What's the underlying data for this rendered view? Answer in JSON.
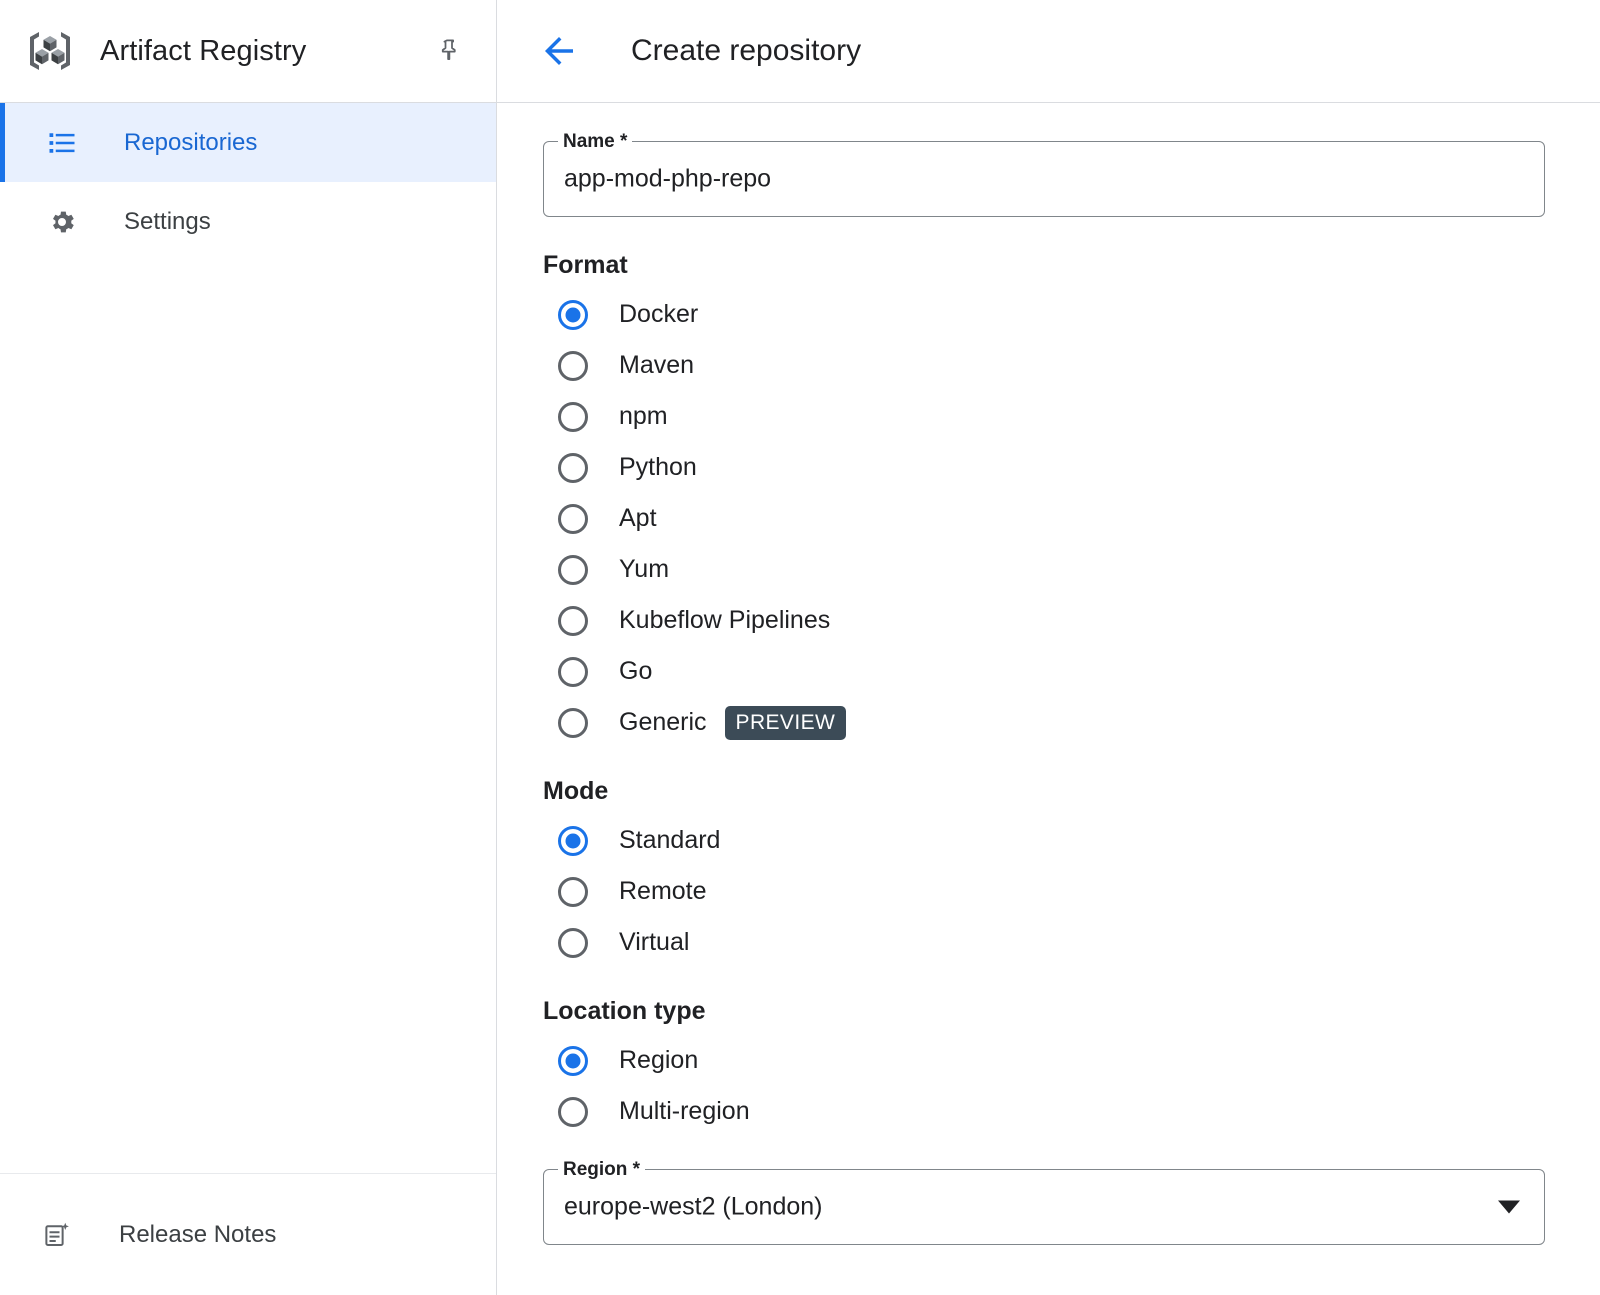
{
  "sidebar": {
    "logo_icon": "artifact-registry-logo",
    "product_title": "Artifact Registry",
    "pin_icon": "pin-icon",
    "items": [
      {
        "label": "Repositories",
        "icon": "list-icon",
        "active": true
      },
      {
        "label": "Settings",
        "icon": "gear-icon",
        "active": false
      }
    ],
    "footer": {
      "label": "Release Notes",
      "icon": "release-notes-icon"
    }
  },
  "header": {
    "back_icon": "back-arrow-icon",
    "title": "Create repository"
  },
  "form": {
    "name_field": {
      "label": "Name *",
      "value": "app-mod-php-repo",
      "placeholder": ""
    },
    "format": {
      "title": "Format",
      "options": [
        {
          "label": "Docker",
          "selected": true,
          "badge": ""
        },
        {
          "label": "Maven",
          "selected": false,
          "badge": ""
        },
        {
          "label": "npm",
          "selected": false,
          "badge": ""
        },
        {
          "label": "Python",
          "selected": false,
          "badge": ""
        },
        {
          "label": "Apt",
          "selected": false,
          "badge": ""
        },
        {
          "label": "Yum",
          "selected": false,
          "badge": ""
        },
        {
          "label": "Kubeflow Pipelines",
          "selected": false,
          "badge": ""
        },
        {
          "label": "Go",
          "selected": false,
          "badge": ""
        },
        {
          "label": "Generic",
          "selected": false,
          "badge": "PREVIEW"
        }
      ]
    },
    "mode": {
      "title": "Mode",
      "options": [
        {
          "label": "Standard",
          "selected": true,
          "badge": ""
        },
        {
          "label": "Remote",
          "selected": false,
          "badge": ""
        },
        {
          "label": "Virtual",
          "selected": false,
          "badge": ""
        }
      ]
    },
    "location_type": {
      "title": "Location type",
      "options": [
        {
          "label": "Region",
          "selected": true,
          "badge": ""
        },
        {
          "label": "Multi-region",
          "selected": false,
          "badge": ""
        }
      ]
    },
    "region_field": {
      "label": "Region *",
      "value": "europe-west2 (London)",
      "dropdown_icon": "chevron-down-icon"
    }
  },
  "colors": {
    "accent_blue": "#1a73e8",
    "nav_active_bg": "#e8f0fe",
    "nav_active_text": "#1967d2",
    "badge_bg": "#3c4b57",
    "border": "#dadce0"
  }
}
